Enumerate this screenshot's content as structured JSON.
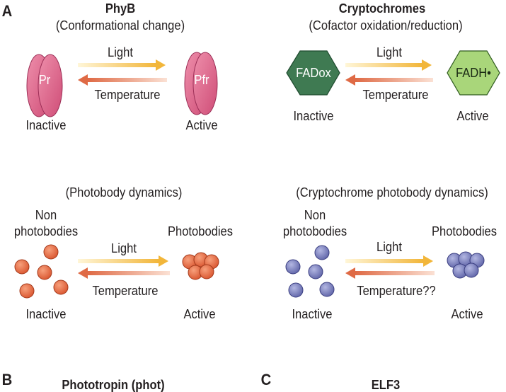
{
  "panel_letters": {
    "a": "A",
    "b": "B",
    "c": "C"
  },
  "phyb": {
    "title": "PhyB",
    "subtitle": "(Conformational change)",
    "left_label": "Pr",
    "right_label": "Pfr",
    "forward": "Light",
    "reverse": "Temperature",
    "left_state": "Inactive",
    "right_state": "Active"
  },
  "cry": {
    "title": "Cryptochromes",
    "subtitle": "(Cofactor oxidation/reduction)",
    "left_label": "FADox",
    "right_label": "FADH•",
    "forward": "Light",
    "reverse": "Temperature",
    "left_state": "Inactive",
    "right_state": "Active"
  },
  "photobody": {
    "subtitle": "(Photobody dynamics)",
    "left_top": [
      "Non",
      "photobodies"
    ],
    "right_top": "Photobodies",
    "forward": "Light",
    "reverse": "Temperature",
    "left_state": "Inactive",
    "right_state": "Active"
  },
  "cry_photobody": {
    "subtitle": "(Cryptochrome photobody dynamics)",
    "left_top": [
      "Non",
      "photobodies"
    ],
    "right_top": "Photobodies",
    "forward": "Light",
    "reverse": "Temperature??",
    "left_state": "Inactive",
    "right_state": "Active"
  },
  "bottom": {
    "b_title": "Phototropin (phot)",
    "c_title": "ELF3"
  },
  "colors": {
    "pink": "#e06a8e",
    "dark_green": "#3f7a52",
    "light_green": "#a9d67a",
    "orange_ball": "#e8704a",
    "blue_ball": "#7f84c2",
    "light_arrow": "#f2b63a",
    "temp_arrow": "#df6a45"
  }
}
